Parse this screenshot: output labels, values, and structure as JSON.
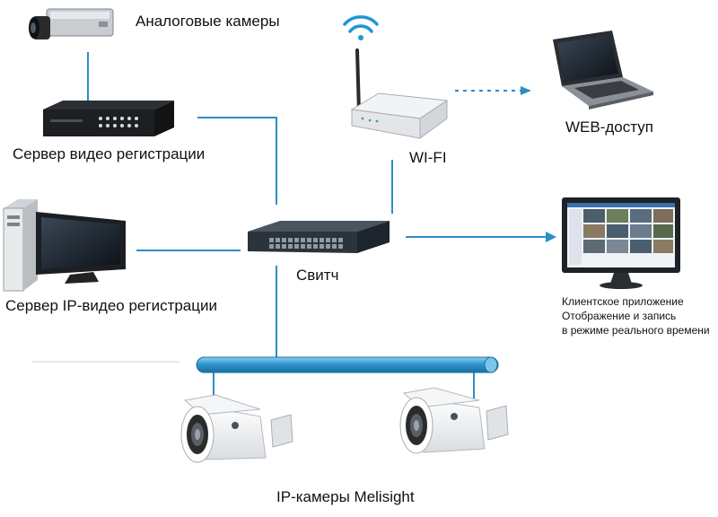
{
  "labels": {
    "analog_cameras": "Аналоговые камеры",
    "dvr_server": "Сервер видео регистрации",
    "ip_dvr_server": "Сервер IP-видео регистрации",
    "switch": "Свитч",
    "wifi": "WI-FI",
    "web_access": "WEB-доступ",
    "client_app": [
      "Клиентское приложение",
      "Отображение и запись",
      "в режиме реального времени"
    ],
    "ip_cameras": "IP-камеры Melisight"
  },
  "colors": {
    "link": "#2b8fc4",
    "bus_fill": "#2f97cf",
    "bus_stroke": "#1b6f9e"
  },
  "icons": [
    "analog-camera-icon",
    "dvr-recorder-icon",
    "desktop-pc-icon",
    "network-switch-icon",
    "wifi-router-icon",
    "wifi-signal-icon",
    "laptop-icon",
    "monitor-icon",
    "ip-camera-icon"
  ]
}
